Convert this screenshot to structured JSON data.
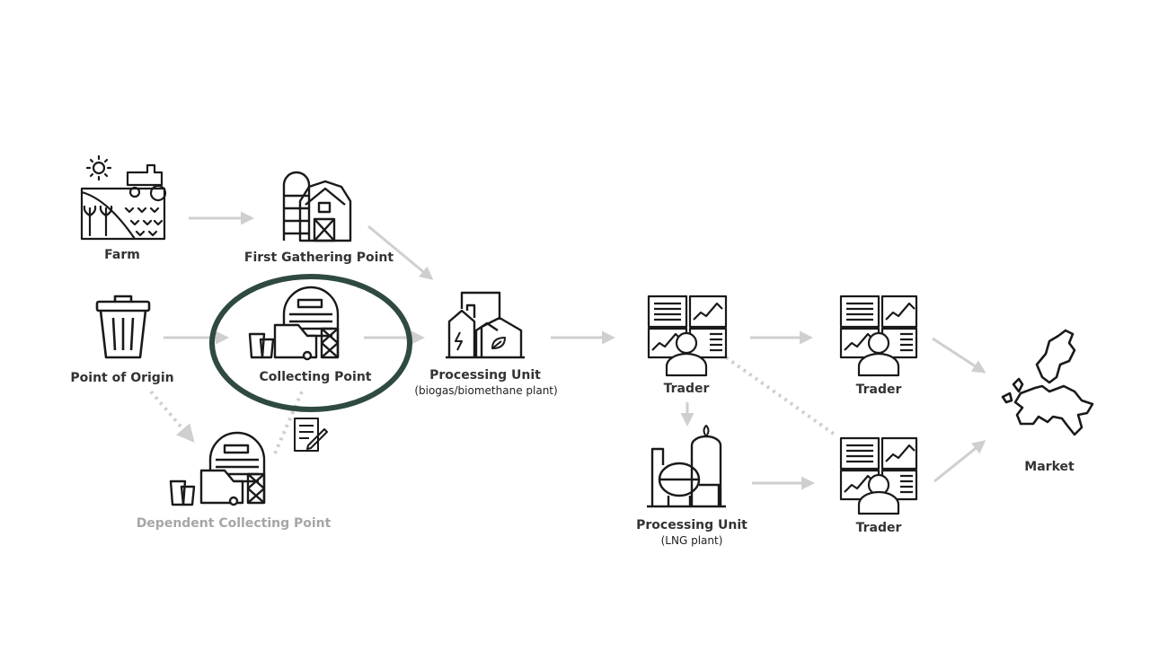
{
  "colors": {
    "icon": "#1a1a1a",
    "arrow": "#cfcfcf",
    "dashed": "#cfcfcf",
    "highlight_ring": "#2f4a40",
    "faded_text": "#a6a6a6"
  },
  "nodes": {
    "farm": {
      "label": "Farm",
      "icon": "farm-icon"
    },
    "first_gathering": {
      "label": "First Gathering Point",
      "icon": "barn-silo-icon"
    },
    "origin": {
      "label": "Point of Origin",
      "icon": "trash-bin-icon"
    },
    "collecting": {
      "label": "Collecting Point",
      "icon": "warehouse-truck-icon",
      "highlighted": true
    },
    "dependent": {
      "label": "Dependent  Collecting Point",
      "icon": "warehouse-truck-icon"
    },
    "processing_bio": {
      "label": "Processing Unit",
      "sub": "(biogas/biomethane plant)",
      "icon": "biogas-plant-icon"
    },
    "trader_main": {
      "label": "Trader",
      "icon": "trader-screens-icon"
    },
    "trader_top": {
      "label": "Trader",
      "icon": "trader-screens-icon"
    },
    "trader_bottom": {
      "label": "Trader",
      "icon": "trader-screens-icon"
    },
    "processing_lng": {
      "label": "Processing Unit",
      "sub": "(LNG plant)",
      "icon": "lng-plant-icon"
    },
    "market": {
      "label": "Market",
      "icon": "europe-map-icon"
    }
  },
  "extra_icons": {
    "document": "document-sign-icon"
  }
}
